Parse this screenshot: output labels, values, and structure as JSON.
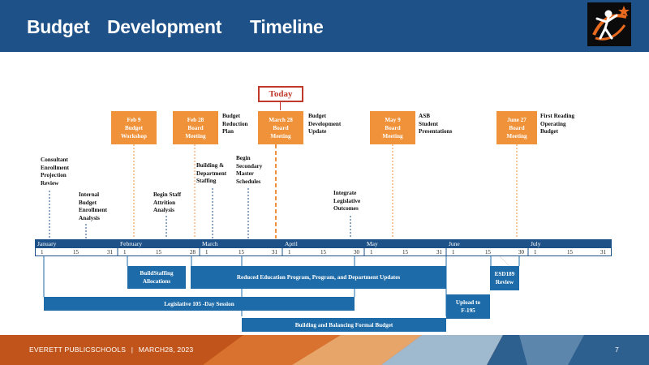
{
  "header": {
    "title_word_1": "Budget",
    "title_word_2": "Development",
    "title_word_3": "Timeline"
  },
  "today_label": "Today",
  "board_events": [
    {
      "id": "feb9",
      "box": "Feb 9\nBudget\nWorkshop",
      "note": ""
    },
    {
      "id": "feb28",
      "box": "Feb 28\nBoard\nMeeting",
      "note": "Budget\nReduction\nPlan"
    },
    {
      "id": "mar28",
      "box": "March 28\nBoard\nMeeting",
      "note": "Budget\nDevelopment\nUpdate"
    },
    {
      "id": "may9",
      "box": "May 9\nBoard\nMeeting",
      "note": "ASB\nStudent\nPresentations"
    },
    {
      "id": "jun27",
      "box": "June 27\nBoard\nMeeting",
      "note": "First Reading\nOperating\nBudget"
    }
  ],
  "milestones": [
    {
      "id": "consultant",
      "text": "Consultant\nEnrollment\nProjection\nReview"
    },
    {
      "id": "internal",
      "text": "Internal\nBudget\nEnrollment\nAnalysis"
    },
    {
      "id": "attrition",
      "text": "Begin  Staff\nAttrition\nAnalysis"
    },
    {
      "id": "building",
      "text": "Building  &\nDepartment\nStaffing"
    },
    {
      "id": "secondary",
      "text": "Begin\nSecondary\nMaster\nSchedules"
    },
    {
      "id": "legislative",
      "text": "Integrate\nLegislative\nOutcomes"
    }
  ],
  "months": [
    "January",
    "February",
    "March",
    "April",
    "May",
    "June",
    "July"
  ],
  "day_ticks": {
    "january": [
      "1",
      "15",
      "31"
    ],
    "february": [
      "1",
      "15",
      "28"
    ],
    "march": [
      "1",
      "15",
      "31"
    ],
    "april": [
      "1",
      "15",
      "30"
    ],
    "may": [
      "1",
      "15",
      "31"
    ],
    "june": [
      "1",
      "15",
      "30"
    ],
    "july": [
      "1",
      "15",
      "31"
    ]
  },
  "bars": {
    "buildstaffing": "BuildStaffing\nAllocations",
    "reduced": "Reduced   Education  Program,  Program,  and  Department   Updates",
    "legislative_session": "Legislative  105  -Day  Session",
    "upload": "Upload   to\nF-195",
    "esd189": "ESD189\nReview",
    "balancing": "Building   and   Balancing  Formal  Budget"
  },
  "footer": {
    "org": "EVERETT PUBLICSCHOOLS",
    "separator": "|",
    "date": "MARCH28, 2023",
    "page": "7"
  },
  "colors": {
    "header_blue": "#1d5187",
    "orange": "#f0923a",
    "bar_blue": "#1d6ba8",
    "today_red": "#c0392b",
    "footer_orange": "#c0541a"
  }
}
